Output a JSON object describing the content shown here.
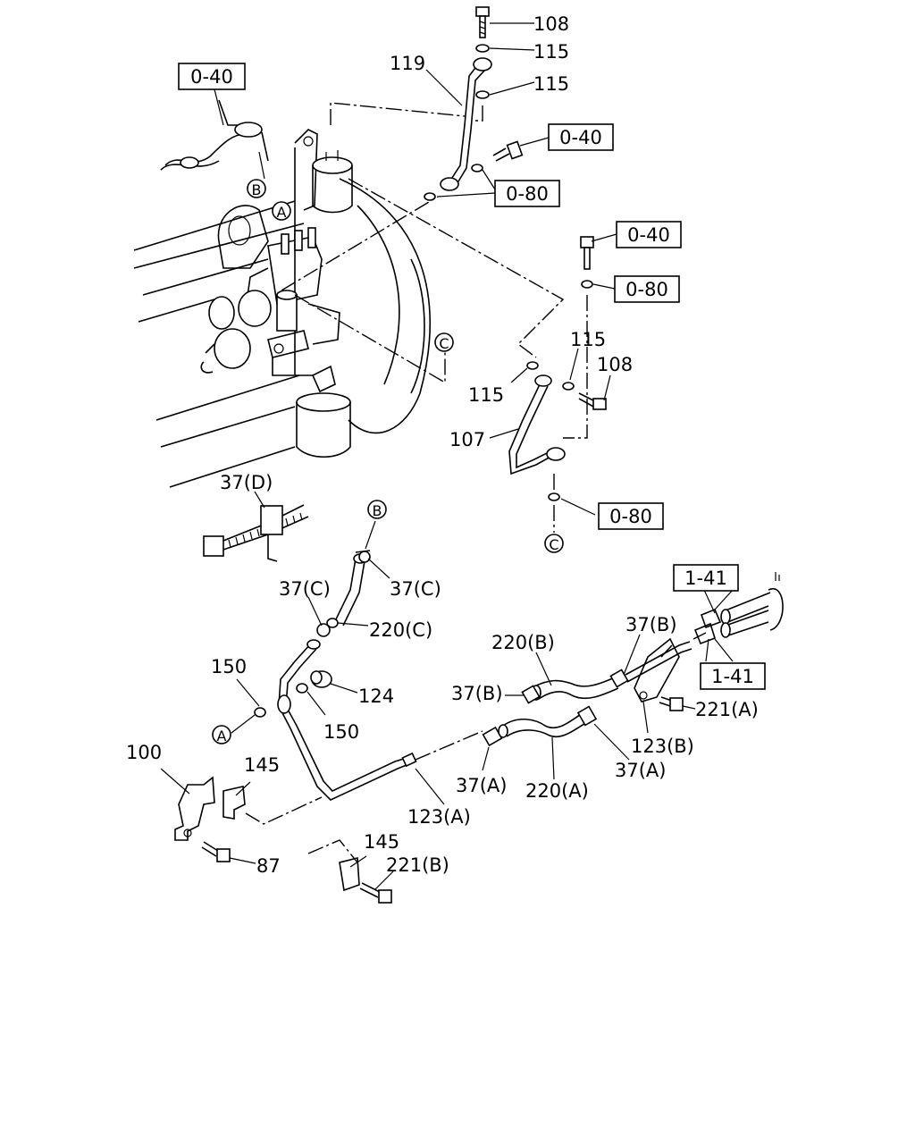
{
  "labels": {
    "p108_top": "108",
    "p115_top": "115",
    "p115_mid": "115",
    "p119": "119",
    "p115_right": "115",
    "p115_left": "115",
    "p108_right": "108",
    "p107": "107",
    "p37d": "37(D)",
    "p37c_a": "37(C)",
    "p37c_b": "37(C)",
    "p220c": "220(C)",
    "p150_a": "150",
    "p150_b": "150",
    "p124": "124",
    "p220b": "220(B)",
    "p37b_a": "37(B)",
    "p37b_b": "37(B)",
    "p221a": "221(A)",
    "p123b": "123(B)",
    "p37a_a": "37(A)",
    "p37a_b": "37(A)",
    "p220a": "220(A)",
    "p100": "100",
    "p145_a": "145",
    "p145_b": "145",
    "p123a": "123(A)",
    "p87": "87",
    "p221b": "221(B)"
  },
  "refs": {
    "r040_a": "0-40",
    "r040_b": "0-40",
    "r080_a": "0-80",
    "r040_c": "0-40",
    "r080_b": "0-80",
    "r080_c": "0-80",
    "r141_a": "1-41",
    "r141_b": "1-41"
  },
  "markers": {
    "m_b1": "B",
    "m_a1": "A",
    "m_c1": "C",
    "m_b2": "B",
    "m_c2": "C",
    "m_a2": "A"
  }
}
